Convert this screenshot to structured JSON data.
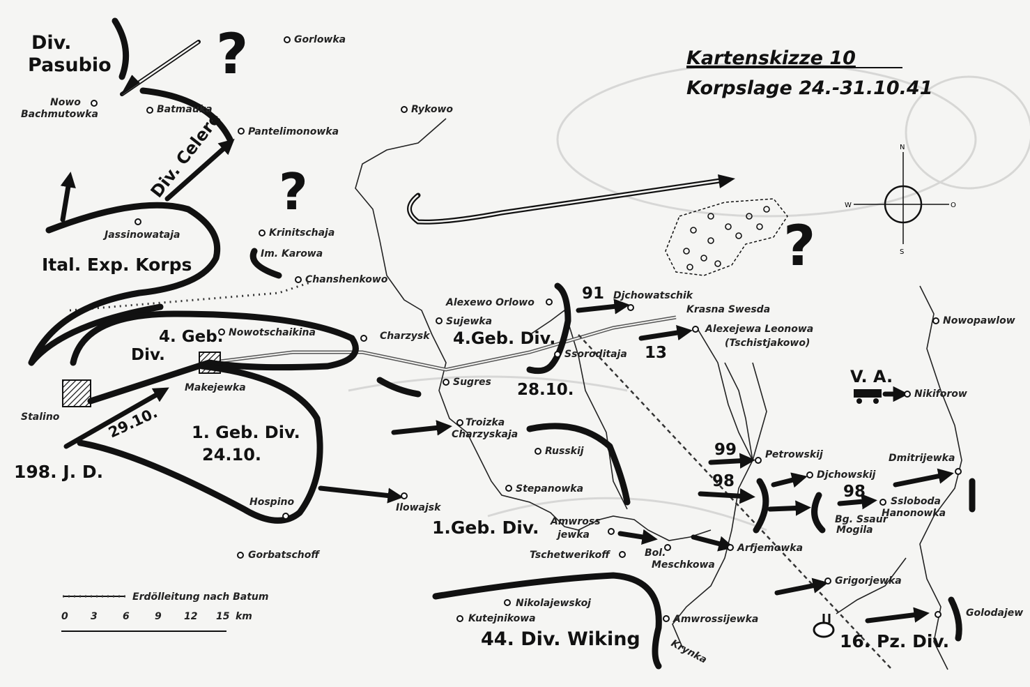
{
  "map": {
    "title": "Kartenskizze 10",
    "subtitle": "Korpslage 24.-31.10.41",
    "compass": {
      "n": "N",
      "s": "S",
      "w": "W",
      "o": "O"
    },
    "question_mark": "?",
    "legend": {
      "pipeline_label": "Erdölleitung nach Batum",
      "scale_ticks": [
        "0",
        "3",
        "6",
        "9",
        "12",
        "15"
      ],
      "scale_unit": "km"
    },
    "units": {
      "pasubio": [
        "Div.",
        "Pasubio"
      ],
      "celere": "Div. Celere",
      "ital": "Ital. Exp. Korps",
      "geb4_west": [
        "4. Geb.",
        "Div."
      ],
      "geb4_east": "4.Geb. Div.",
      "date_2810": "28.10.",
      "geb1_center": [
        "1. Geb. Div.",
        "24.10."
      ],
      "date_2910": "29.10.",
      "jd198": "198. J. D.",
      "geb1_south": "1.Geb. Div.",
      "wiking": "44. Div. Wiking",
      "pz16": "16. Pz. Div.",
      "va": "V. A.",
      "n91": "91",
      "n13": "13",
      "n99": "99",
      "n98a": "98",
      "n98b": "98"
    },
    "towns": {
      "gorlowka": "Gorlowka",
      "nowo_bachmutowka": [
        "Nowo",
        "Bachmutowka"
      ],
      "batmauka": "Batmauka",
      "pantelimonowka": "Pantelimonowka",
      "rykowo": "Rykowo",
      "jassinowataja": "Jassinowataja",
      "krinitschaja": "Krinitschaja",
      "im_karowa": "Im. Karowa",
      "chanshenkowo": "Chanshenkowo",
      "alexewo_orlowo": "Alexewo Orlowo",
      "sujewka": "Sujewka",
      "charzysk": "Charzysk",
      "nowotschaikina": "Nowotschaikina",
      "djchowatschik": "Djchowatschik",
      "krasna_swesda": "Krasna Swesda",
      "alexejewa_leonowa": "Alexejewa Leonowa",
      "tschistjakowo": "(Tschistjakowo)",
      "ssoroditaja": "Ssoroditaja",
      "sugres": "Sugres",
      "makejewka": "Makejewka",
      "stalino": "Stalino",
      "nowopawlow": "Nowopawlow",
      "nikiforow": "Nikiforow",
      "troizka": [
        "Troizka",
        "Charzyskaja"
      ],
      "russkij": "Russkij",
      "petrowskij": "Petrowskij",
      "stepanowka": "Stepanowka",
      "ilowajsk": "Ilowajsk",
      "djchowskij": "Djchowskij",
      "dmitrijewka": "Dmitrijewka",
      "sloboda": [
        "Ssloboda",
        "Hanonowka"
      ],
      "saur_mogila": [
        "Bg. Ssaur",
        "Mogila"
      ],
      "hospino": "Hospino",
      "amwrossijewka": [
        "Amwross",
        "jewka"
      ],
      "bol_meschkowa": [
        "Bol.",
        "Meschkowa"
      ],
      "arfjemowka": "Arfjemowka",
      "tschetwerikoff": "Tschetwerikoff",
      "gorbatschoff": "Gorbatschoff",
      "grigorjewka": "Grigorjewka",
      "nikolajewskoj": "Nikolajewskoj",
      "kutejnikowa": "Kutejnikowa",
      "amwrossijewka_s": "Amwrossijewka",
      "krynka": "Krynka",
      "golodajew": "Golodajew"
    }
  }
}
